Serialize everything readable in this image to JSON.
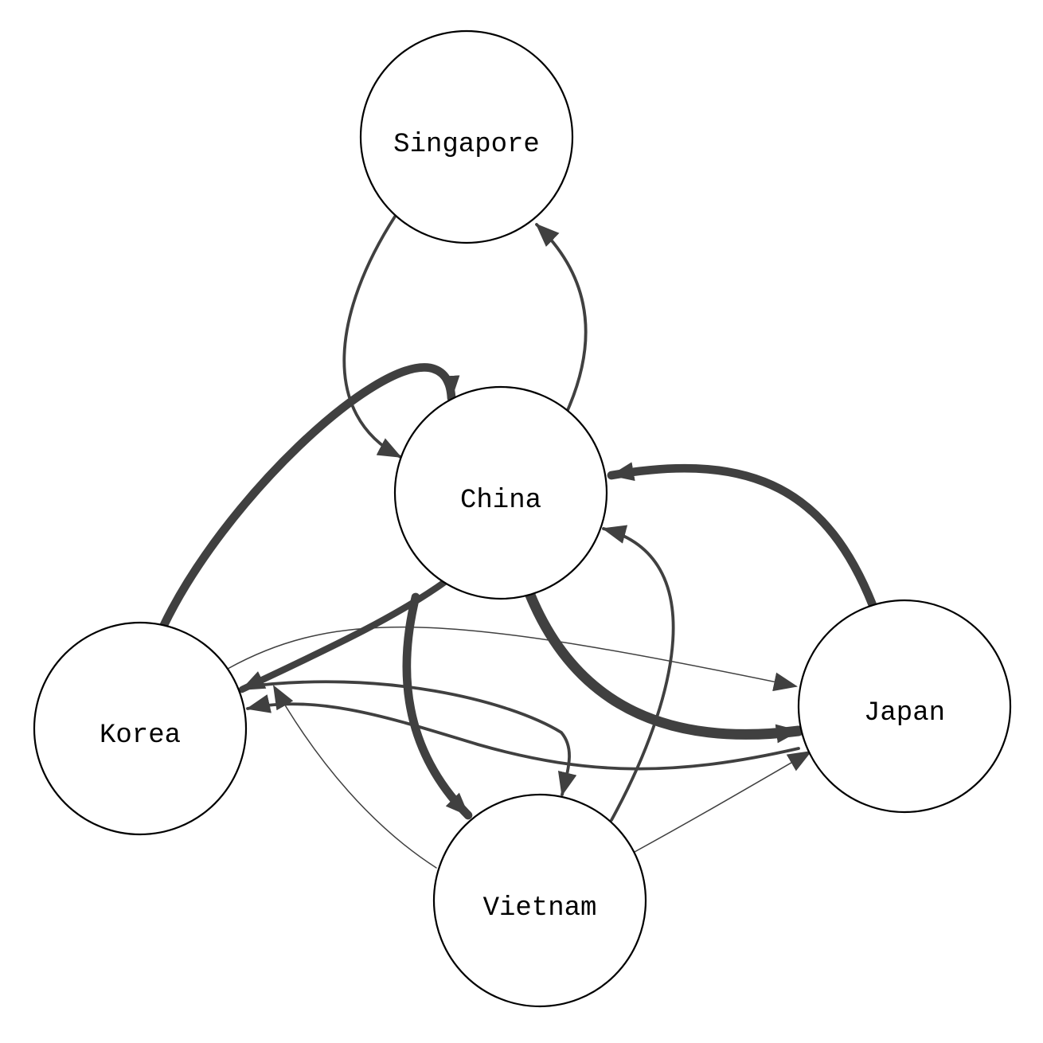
{
  "diagram": {
    "edge_color": "#404040",
    "nodes": [
      {
        "id": "singapore",
        "label": "Singapore"
      },
      {
        "id": "china",
        "label": "China"
      },
      {
        "id": "korea",
        "label": "Korea"
      },
      {
        "id": "japan",
        "label": "Japan"
      },
      {
        "id": "vietnam",
        "label": "Vietnam"
      }
    ],
    "edges": [
      {
        "from": "singapore",
        "to": "china",
        "weight": 2
      },
      {
        "from": "china",
        "to": "singapore",
        "weight": 2
      },
      {
        "from": "korea",
        "to": "china",
        "weight": 5
      },
      {
        "from": "china",
        "to": "korea",
        "weight": 4
      },
      {
        "from": "japan",
        "to": "china",
        "weight": 5
      },
      {
        "from": "china",
        "to": "japan",
        "weight": 6
      },
      {
        "from": "vietnam",
        "to": "china",
        "weight": 2
      },
      {
        "from": "china",
        "to": "vietnam",
        "weight": 5
      },
      {
        "from": "korea",
        "to": "japan",
        "weight": 1
      },
      {
        "from": "japan",
        "to": "korea",
        "weight": 2
      },
      {
        "from": "korea",
        "to": "vietnam",
        "weight": 2
      },
      {
        "from": "vietnam",
        "to": "korea",
        "weight": 1
      },
      {
        "from": "vietnam",
        "to": "japan",
        "weight": 1
      }
    ]
  }
}
